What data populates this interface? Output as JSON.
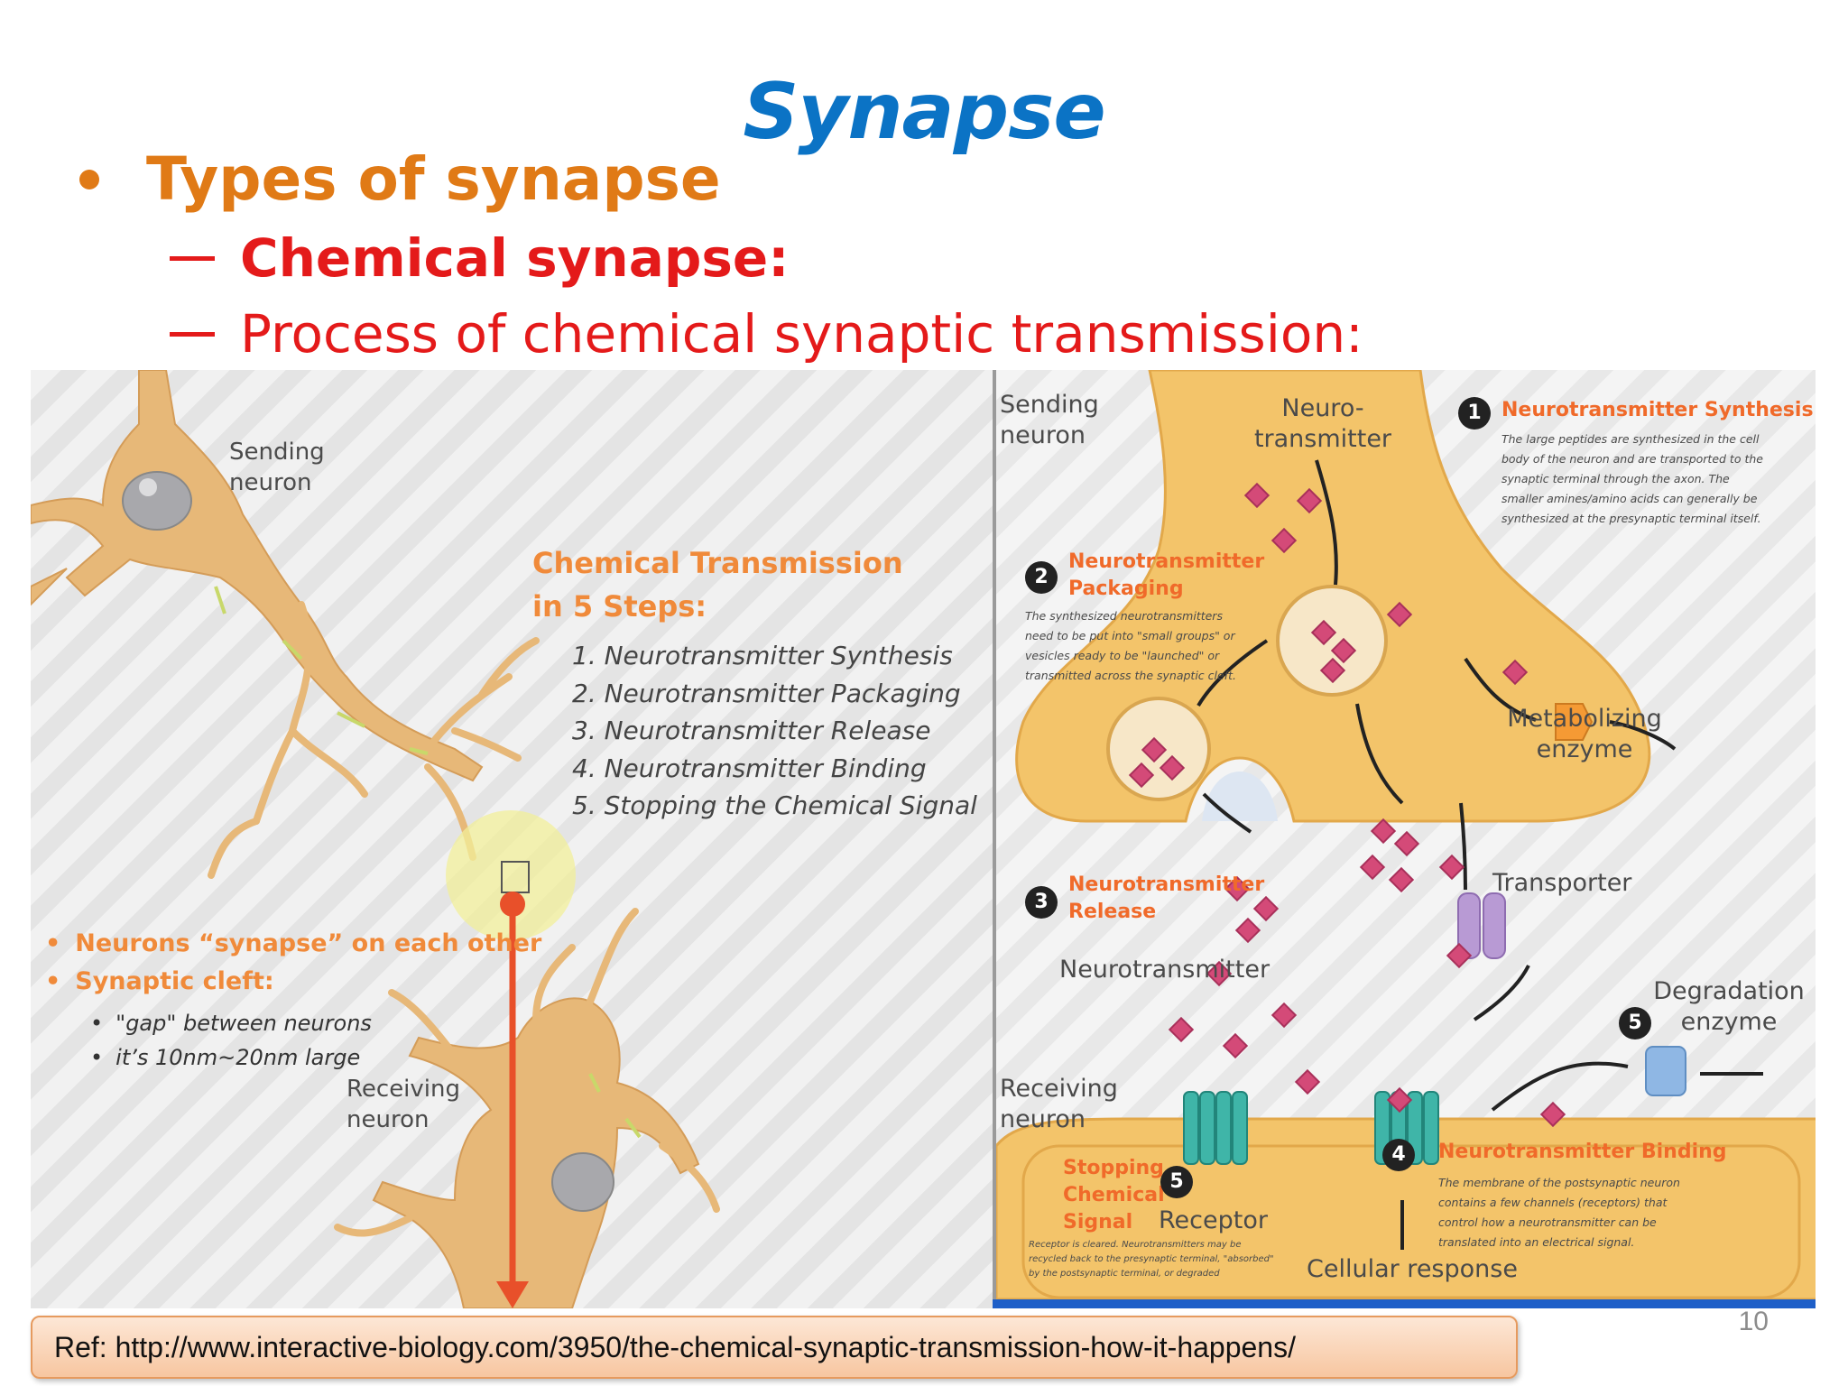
{
  "slide": {
    "title": "Synapse",
    "bullet": "Types of synapse",
    "sub_items": [
      "Chemical synapse:",
      "Process of chemical synaptic transmission:"
    ],
    "page_number": "10",
    "reference": "Ref: http://www.interactive-biology.com/3950/the-chemical-synaptic-transmission-how-it-happens/"
  },
  "left_figure": {
    "sending_neuron": [
      "Sending",
      "neuron"
    ],
    "receiving_neuron": [
      "Receiving",
      "neuron"
    ],
    "heading": [
      "Chemical Transmission",
      "in 5 Steps:"
    ],
    "steps": [
      "1. Neurotransmitter Synthesis",
      "2. Neurotransmitter Packaging",
      "3. Neurotransmitter Release",
      "4. Neurotransmitter Binding",
      "5. Stopping the Chemical Signal"
    ],
    "orange_points": [
      "Neurons “synapse” on each other",
      "Synaptic cleft:"
    ],
    "cleft_points": [
      "\"gap\" between neurons",
      "it’s 10nm~20nm large"
    ]
  },
  "right_figure": {
    "sending_neuron": [
      "Sending",
      "neuron"
    ],
    "receiving_neuron": [
      "Receiving",
      "neuron"
    ],
    "neurotransmitter_top": [
      "Neuro-",
      "transmitter"
    ],
    "neurotransmitter_mid": "Neurotransmitter",
    "metabolizing_enzyme": [
      "Metabolizing",
      "enzyme"
    ],
    "transporter": "Transporter",
    "degradation_enzyme": [
      "Degradation",
      "enzyme"
    ],
    "receptor": "Receptor",
    "cellular_response": "Cellular response",
    "step1": {
      "number": "1",
      "title": "Neurotransmitter Synthesis",
      "desc": [
        "The large peptides are synthesized in the cell",
        "body of the neuron and are transported to the",
        "synaptic terminal through the axon. The",
        "smaller amines/amino acids can generally be",
        "synthesized at the presynaptic terminal itself."
      ]
    },
    "step2": {
      "number": "2",
      "title": [
        "Neurotransmitter",
        "Packaging"
      ],
      "desc": [
        "The synthesized neurotransmitters",
        "need to be put into \"small groups\" or",
        "vesicles ready to be \"launched\" or",
        "transmitted across the synaptic cleft."
      ]
    },
    "step3": {
      "number": "3",
      "title": [
        "Neurotransmitter",
        "Release"
      ]
    },
    "step4": {
      "number": "4",
      "title": "Neurotransmitter Binding",
      "desc": [
        "The membrane of the postsynaptic neuron",
        "contains a few channels (receptors) that",
        "control how a neurotransmitter can be",
        "translated into an electrical signal."
      ]
    },
    "step5": {
      "number": "5",
      "title": [
        "Stopping",
        "Chemical",
        "Signal"
      ],
      "desc": [
        "Receptor is cleared. Neurotransmitters may be",
        "recycled back to the presynaptic terminal, \"absorbed\"",
        "by the postsynaptic terminal, or degraded"
      ]
    }
  },
  "colors": {
    "title": "#0b73c5",
    "bullet": "#e07a16",
    "sub": "#e41a1a",
    "neuron": "#e7b878",
    "neurotransmitter": "#d44a78",
    "step_heading": "#f06a2a"
  }
}
